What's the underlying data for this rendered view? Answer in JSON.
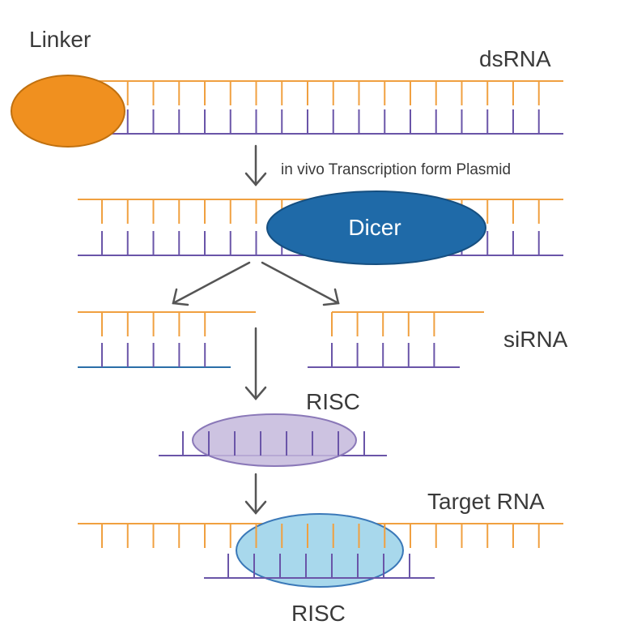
{
  "labels": {
    "linker": "Linker",
    "dsrna": "dsRNA",
    "transcription": "in vivo Transcription form Plasmid",
    "dicer": "Dicer",
    "sirna": "siRNA",
    "risc_top": "RISC",
    "target_rna": "Target RNA",
    "risc_bottom": "RISC"
  },
  "colors": {
    "sense_strand": "#f0a040",
    "antisense_strand": "#6a55a8",
    "sirna_guide_strand": "#2a6ea8",
    "linker": "#f0901f",
    "dicer": "#1f6aa8",
    "risc_loading": "#c4b8dc",
    "risc_target": "#a8d8ec",
    "arrow": "#555555",
    "text": "#3a3a3a"
  },
  "icons": {
    "linker": "linker-ellipse",
    "dicer": "dicer-enzyme-ellipse",
    "risc": "risc-complex-ellipse",
    "step_arrow": "down-arrow-icon"
  }
}
